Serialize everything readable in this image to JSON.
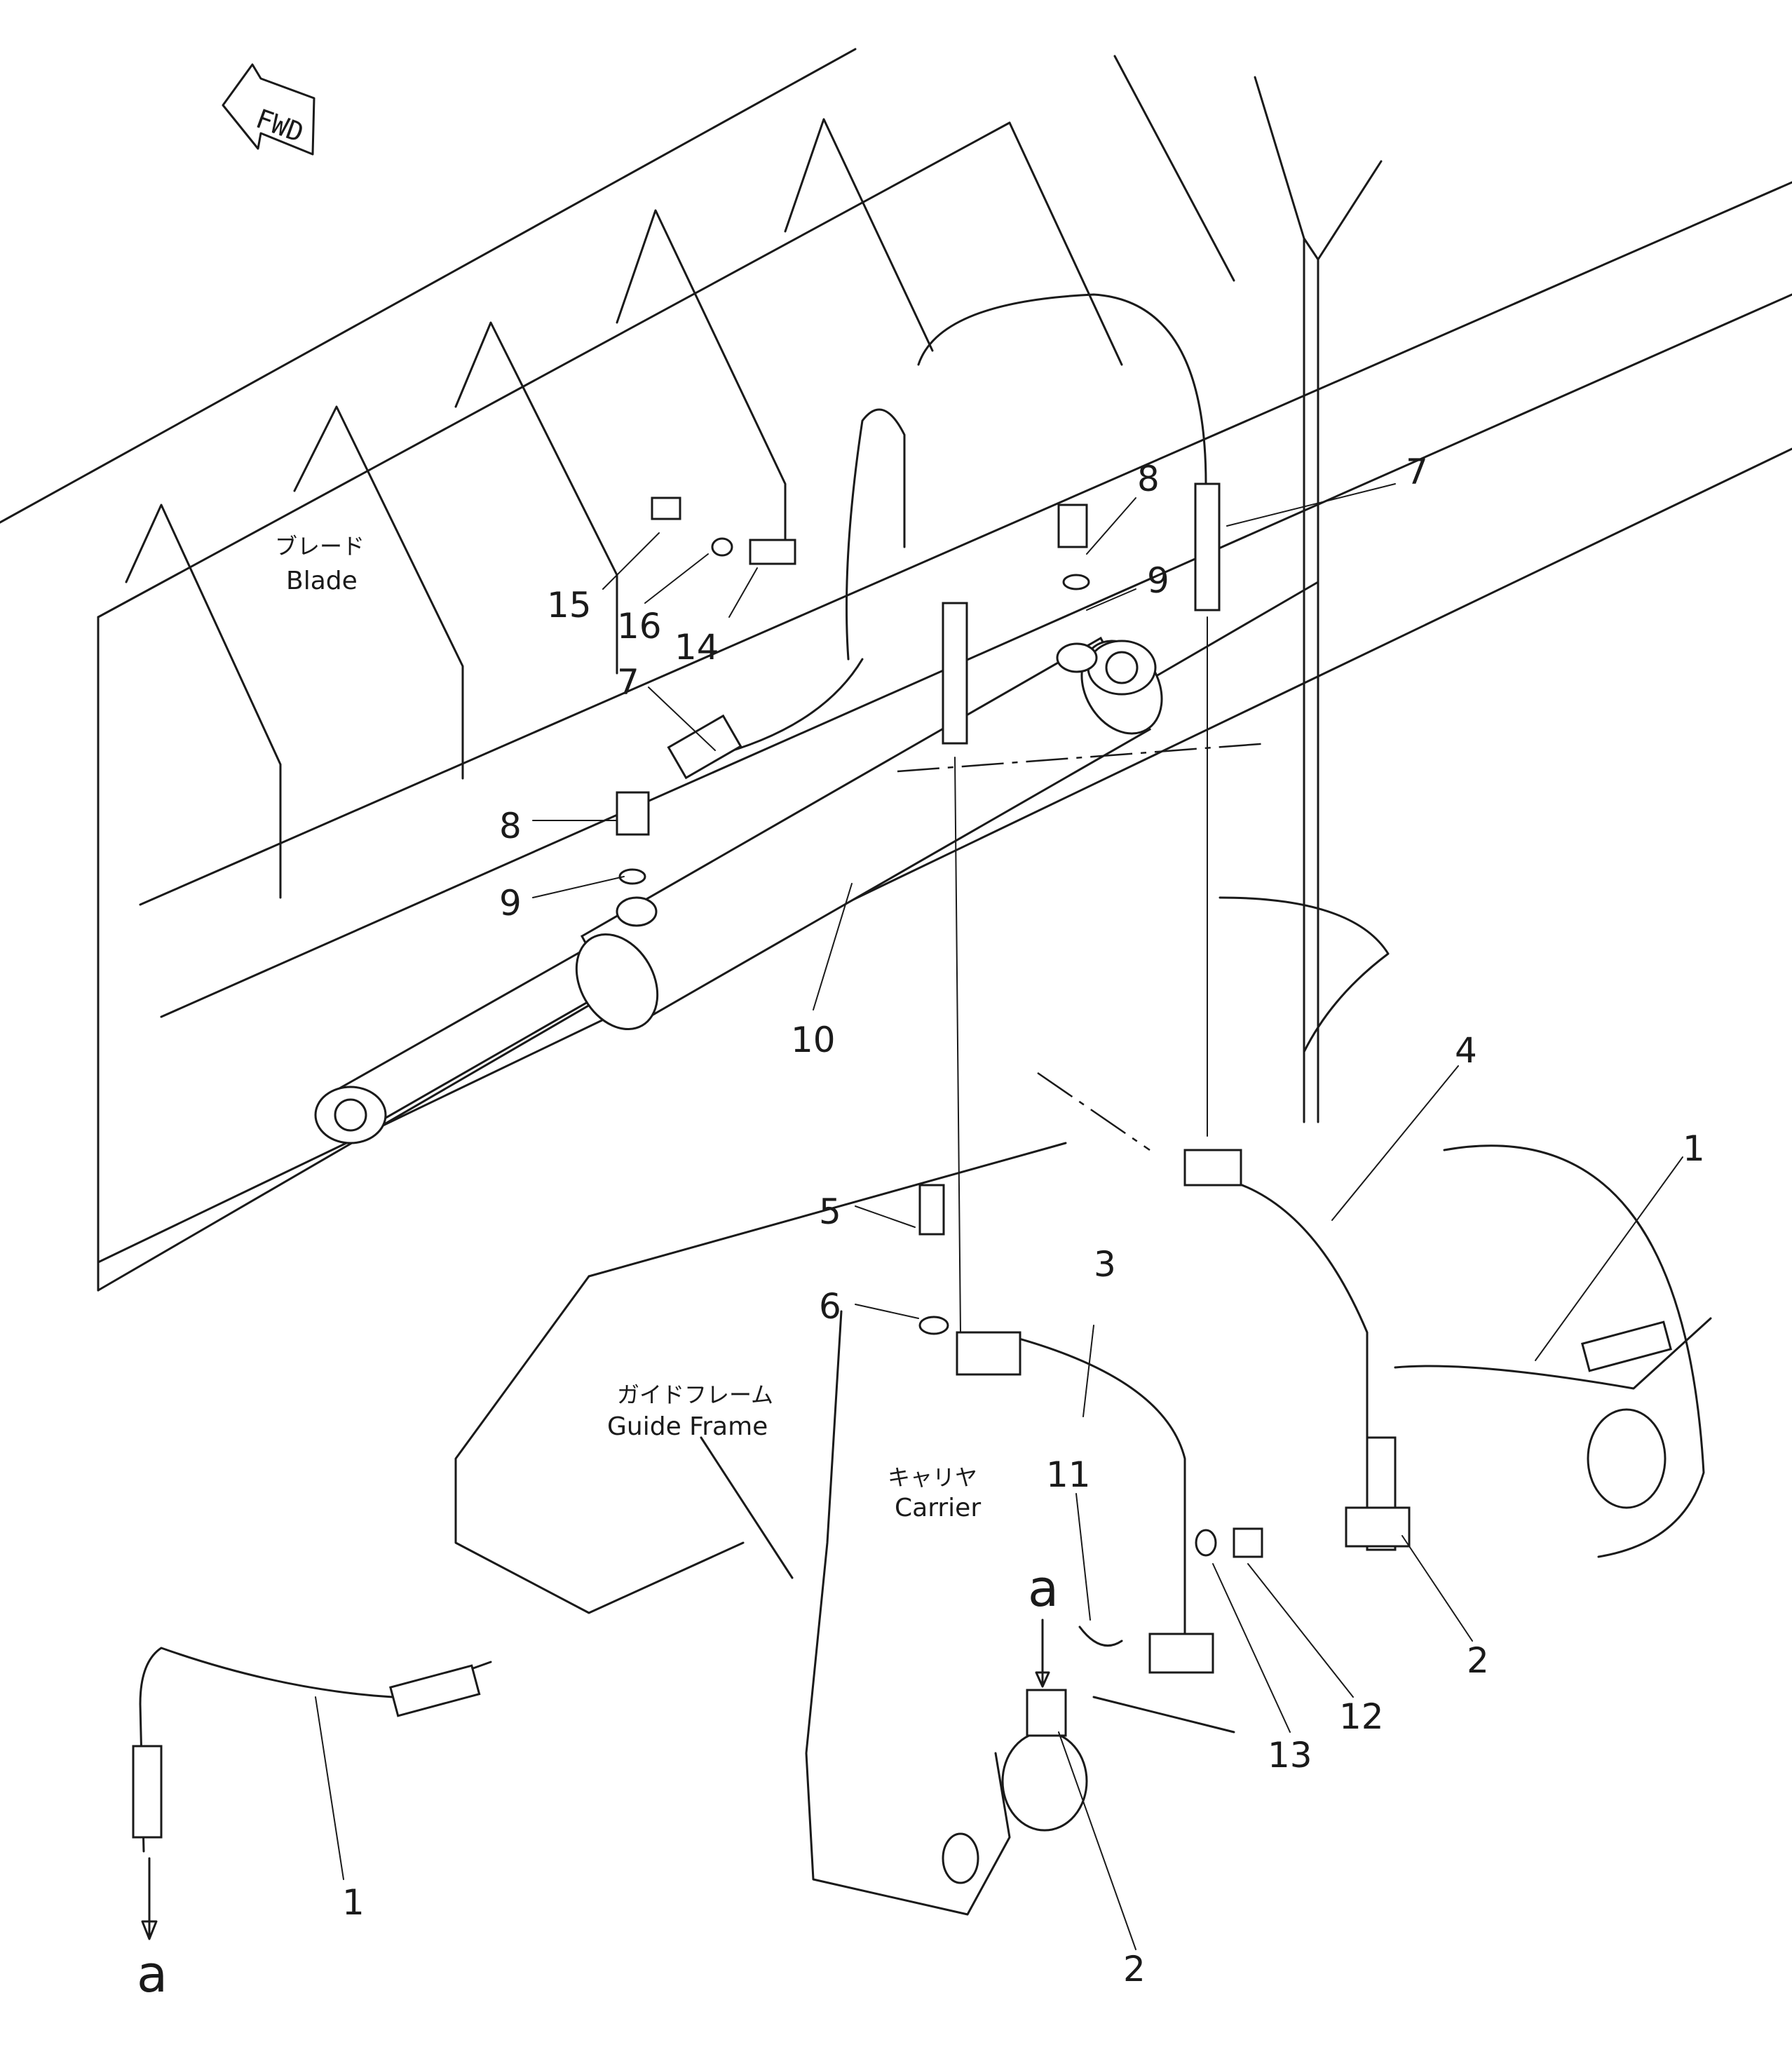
{
  "direction_marker": {
    "text": "FWD"
  },
  "area_labels": {
    "blade": {
      "jp": "ブレード",
      "en": "Blade"
    },
    "guide_frame": {
      "jp": "ガイドフレーム",
      "en": "Guide Frame"
    },
    "carrier": {
      "jp": "キャリヤ",
      "en": "Carrier"
    }
  },
  "callouts": [
    {
      "id": "c15",
      "text": "15"
    },
    {
      "id": "c16",
      "text": "16"
    },
    {
      "id": "c14",
      "text": "14"
    },
    {
      "id": "c7a",
      "text": "7"
    },
    {
      "id": "c8a",
      "text": "8"
    },
    {
      "id": "c9a",
      "text": "9"
    },
    {
      "id": "c8b",
      "text": "8"
    },
    {
      "id": "c9b",
      "text": "9"
    },
    {
      "id": "c7b",
      "text": "7"
    },
    {
      "id": "c10",
      "text": "10"
    },
    {
      "id": "c4",
      "text": "4"
    },
    {
      "id": "c1a",
      "text": "1"
    },
    {
      "id": "c5",
      "text": "5"
    },
    {
      "id": "c6",
      "text": "6"
    },
    {
      "id": "c3",
      "text": "3"
    },
    {
      "id": "c11",
      "text": "11"
    },
    {
      "id": "c2a",
      "text": "2"
    },
    {
      "id": "c12",
      "text": "12"
    },
    {
      "id": "c13",
      "text": "13"
    },
    {
      "id": "c1b",
      "text": "1"
    },
    {
      "id": "c2b",
      "text": "2"
    }
  ],
  "connection_marks": {
    "top": "a",
    "bottom": "a"
  }
}
